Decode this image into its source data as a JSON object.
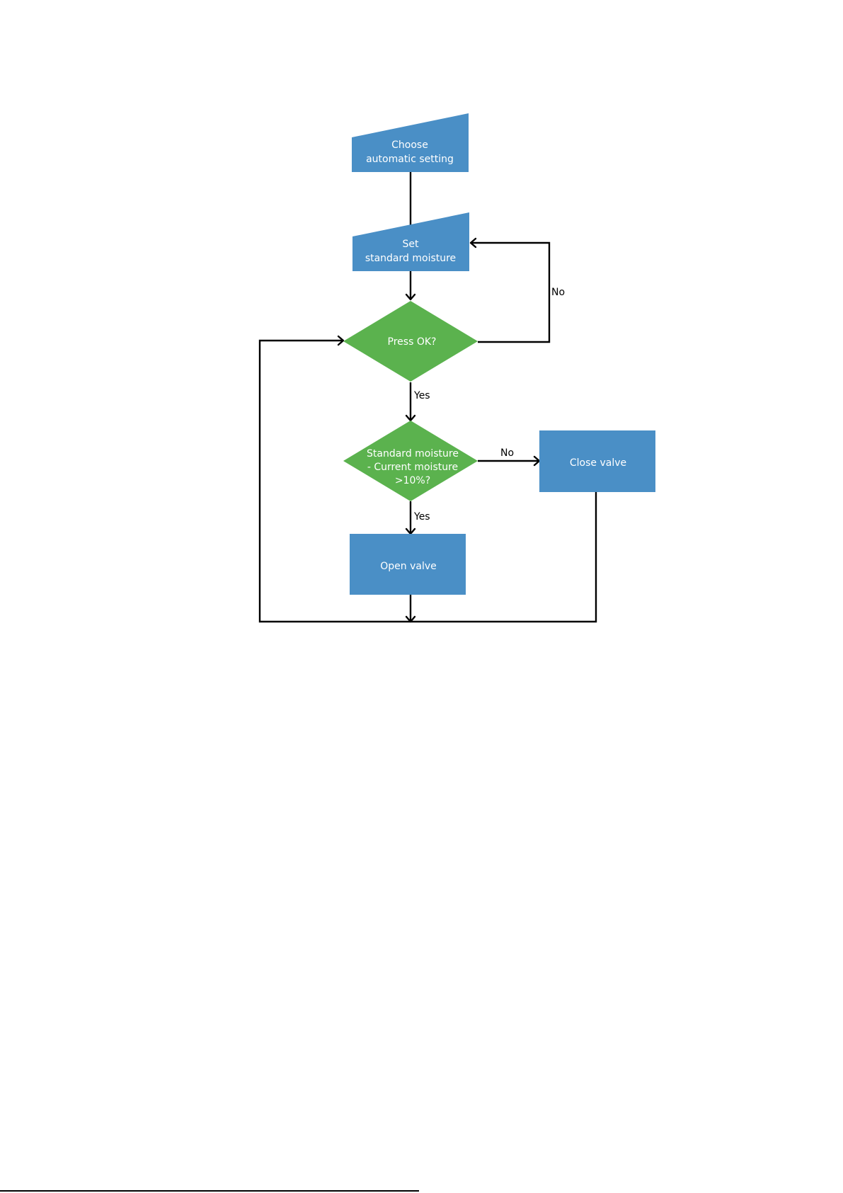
{
  "colors": {
    "process": "#4a8fc6",
    "decision": "#5bb24e",
    "connector": "#000000",
    "background": "#ffffff"
  },
  "nodes": {
    "choose_setting": {
      "shape": "manual-input",
      "line1": "Choose",
      "line2": "automatic setting"
    },
    "set_moisture": {
      "shape": "manual-input",
      "line1": "Set",
      "line2": "standard moisture"
    },
    "press_ok": {
      "shape": "decision",
      "line1": "Press OK?"
    },
    "moisture_check": {
      "shape": "decision",
      "line1": "Standard moisture",
      "line2": "- Current moisture",
      "line3": ">10%?"
    },
    "open_valve": {
      "shape": "process",
      "line1": "Open valve"
    },
    "close_valve": {
      "shape": "process",
      "line1": "Close valve"
    }
  },
  "edges": {
    "press_ok_no": "No",
    "press_ok_yes": "Yes",
    "moisture_no": "No",
    "moisture_yes": "Yes"
  }
}
